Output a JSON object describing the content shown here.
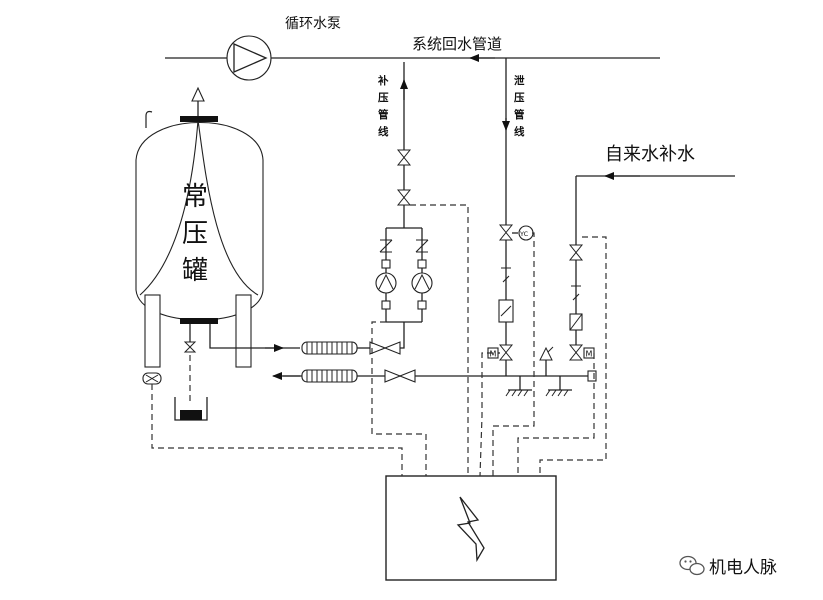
{
  "labels": {
    "pump": "循环水泵",
    "return_main": "系统回水管道",
    "makeup_line": [
      "补",
      "压",
      "管",
      "线"
    ],
    "relief_line": [
      "泄",
      "压",
      "管",
      "线"
    ],
    "city_water": "自来水补水",
    "tank": [
      "常",
      "压",
      "罐"
    ],
    "motor_mark": "M",
    "gauge_mark": "YC",
    "watermark": "机电人脉"
  },
  "icons": {
    "watermark_icon": "wechat-icon",
    "controller_symbol": "lightning-bolt-icon"
  },
  "colors": {
    "line": "#222222",
    "background": "#ffffff"
  }
}
